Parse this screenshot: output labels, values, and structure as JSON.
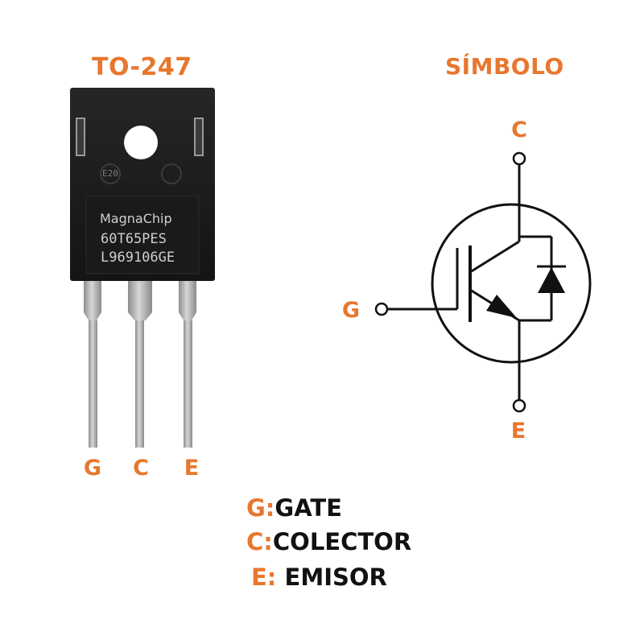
{
  "package": {
    "title": "TO-247",
    "marking": {
      "brand": "MagnaChip",
      "part": "60T65PES",
      "lot": "L969106GE",
      "mold_code": "E20"
    },
    "pins": [
      "G",
      "C",
      "E"
    ]
  },
  "symbol": {
    "title": "SÍMBOLO",
    "terminals": {
      "collector": "C",
      "gate": "G",
      "emitter": "E"
    }
  },
  "legend": [
    {
      "key": "G:",
      "value": "GATE"
    },
    {
      "key": "C:",
      "value": "COLECTOR"
    },
    {
      "key": "E:",
      "value": "EMISOR"
    }
  ],
  "colors": {
    "accent": "#e8772e",
    "body": "#1c1c1c",
    "lead": "#b9b9b9"
  }
}
